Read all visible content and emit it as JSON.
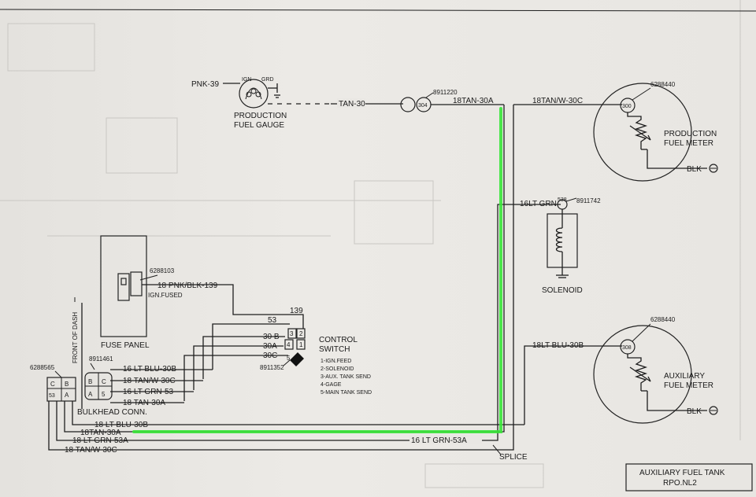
{
  "components": {
    "production_gauge": {
      "name_line1": "PRODUCTION",
      "name_line2": "FUEL GAUGE",
      "ign": "IGN",
      "grd": "GRD"
    },
    "connector_304": {
      "id": "304",
      "part": "8911220"
    },
    "production_meter": {
      "part": "6288440",
      "id": "300",
      "name_line1": "PRODUCTION",
      "name_line2": "FUEL METER",
      "ground": "BLK"
    },
    "solenoid": {
      "part": "8911742",
      "id": "538",
      "name": "SOLENOID"
    },
    "auxiliary_meter": {
      "part": "6288440",
      "id": "308",
      "name_line1": "AUXILIARY",
      "name_line2": "FUEL METER",
      "ground": "BLK"
    },
    "fuse_panel": {
      "part": "6288103",
      "name": "FUSE PANEL",
      "fuse_label": "IGN.FUSED"
    },
    "control_switch": {
      "name_line1": "CONTROL",
      "name_line2": "SWITCH",
      "part": "8911352",
      "pins": [
        "1",
        "2",
        "3",
        "4",
        "5"
      ],
      "legend": [
        "1-IGN.FEED",
        "2-SOLENOID",
        "3-AUX. TANK SEND",
        "4-GAGE",
        "5-MAIN TANK SEND"
      ]
    },
    "bulkhead": {
      "name": "BULKHEAD CONN.",
      "part_left": "6288565",
      "part_right": "8911461",
      "front_of_dash": "FRONT OF DASH",
      "pins_left": [
        "C",
        "B",
        "53",
        "A"
      ],
      "pins_right": [
        "B",
        "C",
        "A",
        "5"
      ]
    },
    "splice": "SPLICE"
  },
  "wires": {
    "pnk39": "PNK-39",
    "tan30": "TAN-30",
    "tan30a_top": "18TAN-30A",
    "tanw30c_top": "18TAN/W-30C",
    "ltgrn_sol": "16LT GRN",
    "ltblu30b_right": "18LT BLU-30B",
    "pnkblk139": "18 PNK/BLK-139",
    "w139": "139",
    "w53": "53",
    "w30b": "30 B",
    "w30a": "30A",
    "w30c": "30C",
    "ltblu_30b_sw": "16 LT BLU-30B",
    "tanw30c_sw": "18 TAN/W-30C",
    "ltgrn53_sw": "16 LT GRN-53",
    "tan30a_sw": "18 TAN-30A",
    "ltblu30b_bot": "18 LT BLU-30B",
    "tan30a_bot": "18TAN-30A",
    "ltgrn53a_bot": "18 LT GRN-53A",
    "tanw30c_bot": "18 TAN/W-30C",
    "ltgrn53a_long": "16 LT GRN-53A"
  },
  "pin_nums": {
    "p3": "3",
    "p2": "2",
    "p4": "4",
    "p1": "1",
    "p5": "5",
    "pin_a": "A",
    "ground_sym": "⊘"
  },
  "title_block": {
    "line1": "AUXILIARY FUEL TANK",
    "line2": "RPO.NL2"
  },
  "colors": {
    "highlight": "#39e639",
    "ink": "#1e1e1e",
    "paper": "#e9e7e3"
  }
}
